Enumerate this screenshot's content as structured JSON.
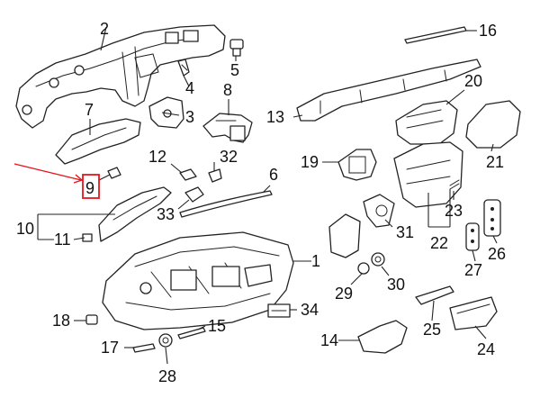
{
  "labels": {
    "n1": "1",
    "n2": "2",
    "n3": "3",
    "n4": "4",
    "n5": "5",
    "n6": "6",
    "n7": "7",
    "n8": "8",
    "n9": "9",
    "n10": "10",
    "n11": "11",
    "n12": "12",
    "n13": "13",
    "n14": "14",
    "n15": "15",
    "n16": "16",
    "n17": "17",
    "n18": "18",
    "n19": "19",
    "n20": "20",
    "n21": "21",
    "n22": "22",
    "n23": "23",
    "n24": "24",
    "n25": "25",
    "n26": "26",
    "n27": "27",
    "n28": "28",
    "n29": "29",
    "n30": "30",
    "n31": "31",
    "n32": "32",
    "n33": "33",
    "n34": "34"
  },
  "colors": {
    "highlight": "#e8141b",
    "line": "#222222",
    "background": "#ffffff"
  },
  "highlighted_part": "9"
}
